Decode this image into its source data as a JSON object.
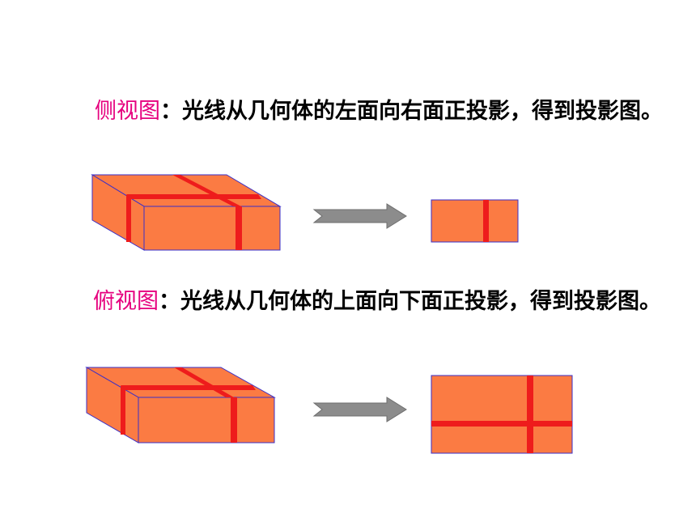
{
  "side_view": {
    "term": "侧视图",
    "colon": "：",
    "description": "光线从几何体的左面向右面正投影，得到投影图。"
  },
  "top_view": {
    "term": "俯视图",
    "colon": "：",
    "description": "光线从几何体的上面向下面正投影，得到投影图。"
  },
  "colors": {
    "term_text": "#e6007e",
    "box_fill": "#fb7b43",
    "box_edge": "#3a2fc8",
    "ribbon": "#ee1c1c",
    "arrow_fill": "#8c8c8c"
  }
}
